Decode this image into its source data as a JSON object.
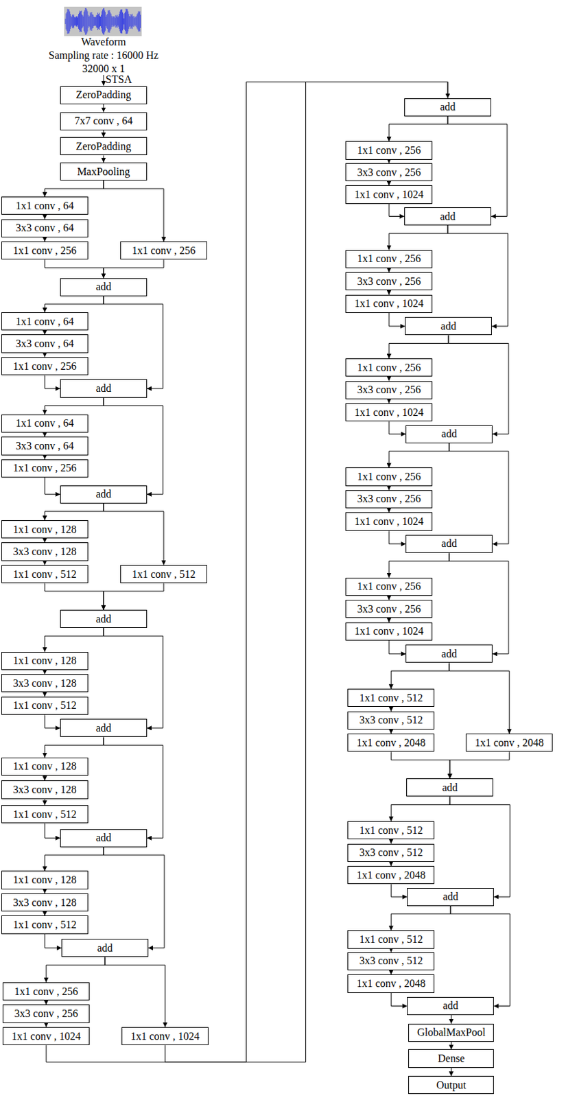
{
  "diagram": {
    "nodes": [
      {
        "text": [
          "ZeroPadding"
        ]
      },
      {
        "text": [
          "7x7 conv , 64"
        ]
      },
      {
        "text": [
          "ZeroPadding"
        ]
      },
      {
        "text": [
          "MaxPooling"
        ]
      },
      {
        "text": [
          "1x1 conv , 64"
        ]
      },
      {
        "text": [
          "3x3 conv , 64"
        ]
      },
      {
        "text": [
          "1x1 conv , 256"
        ]
      },
      {
        "text": [
          "1x1 conv , 256"
        ]
      },
      {
        "text": [
          "add"
        ]
      },
      {
        "text": [
          "1x1 conv , 64"
        ]
      },
      {
        "text": [
          "3x3 conv , 64"
        ]
      },
      {
        "text": [
          "1x1 conv , 256"
        ]
      },
      {
        "text": [
          "add"
        ]
      },
      {
        "text": [
          "1x1 conv , 64"
        ]
      },
      {
        "text": [
          "3x3 conv , 64"
        ]
      },
      {
        "text": [
          "1x1 conv , 256"
        ]
      },
      {
        "text": [
          "add"
        ]
      },
      {
        "text": [
          "1x1 conv , 128"
        ]
      },
      {
        "text": [
          "3x3 conv , 128"
        ]
      },
      {
        "text": [
          "1x1 conv , 512"
        ]
      },
      {
        "text": [
          "1x1 conv , 512"
        ]
      },
      {
        "text": [
          "add"
        ]
      },
      {
        "text": [
          "1x1 conv , 128"
        ]
      },
      {
        "text": [
          "3x3 conv , 128"
        ]
      },
      {
        "text": [
          "1x1 conv , 512"
        ]
      },
      {
        "text": [
          "add"
        ]
      },
      {
        "text": [
          "1x1 conv , 128"
        ]
      },
      {
        "text": [
          "3x3 conv , 128"
        ]
      },
      {
        "text": [
          "1x1 conv , 512"
        ]
      },
      {
        "text": [
          "add"
        ]
      },
      {
        "text": [
          "1x1 conv , 128"
        ]
      },
      {
        "text": [
          "3x3 conv , 128"
        ]
      },
      {
        "text": [
          "1x1 conv , 512"
        ]
      },
      {
        "text": [
          "add"
        ]
      },
      {
        "text": [
          "1x1 conv , 256"
        ]
      },
      {
        "text": [
          "3x3 conv , 256"
        ]
      },
      {
        "text": [
          "1x1 conv , 1024"
        ]
      },
      {
        "text": [
          "1x1 conv , 1024"
        ]
      },
      {
        "text": [
          "add"
        ]
      },
      {
        "text": [
          "1x1 conv , 256"
        ]
      },
      {
        "text": [
          "3x3 conv , 256"
        ]
      },
      {
        "text": [
          "1x1 conv , 1024"
        ]
      },
      {
        "text": [
          "add"
        ]
      },
      {
        "text": [
          "1x1 conv , 256"
        ]
      },
      {
        "text": [
          "3x3 conv , 256"
        ]
      },
      {
        "text": [
          "1x1 conv , 1024"
        ]
      },
      {
        "text": [
          "add"
        ]
      },
      {
        "text": [
          "1x1 conv , 256"
        ]
      },
      {
        "text": [
          "3x3 conv , 256"
        ]
      },
      {
        "text": [
          "1x1 conv , 1024"
        ]
      },
      {
        "text": [
          "add"
        ]
      },
      {
        "text": [
          "1x1 conv , 256"
        ]
      },
      {
        "text": [
          "3x3 conv , 256"
        ]
      },
      {
        "text": [
          "1x1 conv , 1024"
        ]
      },
      {
        "text": [
          "add"
        ]
      },
      {
        "text": [
          "1x1 conv , 256"
        ]
      },
      {
        "text": [
          "3x3 conv , 256"
        ]
      },
      {
        "text": [
          "1x1 conv , 1024"
        ]
      },
      {
        "text": [
          "add"
        ]
      },
      {
        "text": [
          "1x1 conv , 512"
        ]
      },
      {
        "text": [
          "3x3 conv , 512"
        ]
      },
      {
        "text": [
          "1x1 conv , 2048"
        ]
      },
      {
        "text": [
          "1x1 conv , 2048"
        ]
      },
      {
        "text": [
          "add"
        ]
      },
      {
        "text": [
          "1x1 conv , 512"
        ]
      },
      {
        "text": [
          "3x3 conv , 512"
        ]
      },
      {
        "text": [
          "1x1 conv , 2048"
        ]
      },
      {
        "text": [
          "add"
        ]
      },
      {
        "text": [
          "1x1 conv , 512"
        ]
      },
      {
        "text": [
          "3x3 conv , 512"
        ]
      },
      {
        "text": [
          "1x1 conv , 2048"
        ]
      },
      {
        "text": [
          "add"
        ]
      },
      {
        "text": [
          "GlobalMaxPool"
        ]
      },
      {
        "text": [
          "Dense"
        ]
      },
      {
        "text": [
          "Output"
        ]
      }
    ],
    "edges": [
      {
        "from": 0,
        "to": 1,
        "arrow": "to"
      },
      {
        "from": 1,
        "to": 2,
        "arrow": "to"
      },
      {
        "from": 2,
        "to": 3,
        "arrow": "to"
      },
      {
        "from": 3,
        "to": 4,
        "arrow": "to"
      },
      {
        "from": 3,
        "to": 7,
        "arrow": "to"
      },
      {
        "from": 4,
        "to": 5,
        "arrow": "to"
      },
      {
        "from": 5,
        "to": 6,
        "arrow": "to"
      },
      {
        "from": 6,
        "to": 8,
        "arrow": "to"
      },
      {
        "from": 7,
        "to": 8,
        "arrow": "to"
      },
      {
        "from": 8,
        "to": 9,
        "arrow": "to"
      },
      {
        "from": 9,
        "to": 10,
        "arrow": "to"
      },
      {
        "from": 10,
        "to": 11,
        "arrow": "to"
      },
      {
        "from": 11,
        "to": 12,
        "arrow": "to"
      },
      {
        "from": 8,
        "to": 12,
        "arrow": "to"
      },
      {
        "from": 12,
        "to": 13,
        "arrow": "to"
      },
      {
        "from": 13,
        "to": 14,
        "arrow": "to"
      },
      {
        "from": 14,
        "to": 15,
        "arrow": "to"
      },
      {
        "from": 15,
        "to": 16,
        "arrow": "to"
      },
      {
        "from": 12,
        "to": 16,
        "arrow": "to"
      },
      {
        "from": 16,
        "to": 17,
        "arrow": "to"
      },
      {
        "from": 16,
        "to": 20,
        "arrow": "to"
      },
      {
        "from": 17,
        "to": 18,
        "arrow": "to"
      },
      {
        "from": 18,
        "to": 19,
        "arrow": "to"
      },
      {
        "from": 19,
        "to": 21,
        "arrow": "to"
      },
      {
        "from": 20,
        "to": 21,
        "arrow": "to"
      },
      {
        "from": 21,
        "to": 22,
        "arrow": "to"
      },
      {
        "from": 22,
        "to": 23,
        "arrow": "to"
      },
      {
        "from": 23,
        "to": 24,
        "arrow": "to"
      },
      {
        "from": 24,
        "to": 25,
        "arrow": "to"
      },
      {
        "from": 21,
        "to": 25,
        "arrow": "to"
      },
      {
        "from": 25,
        "to": 26,
        "arrow": "to"
      },
      {
        "from": 26,
        "to": 27,
        "arrow": "to"
      },
      {
        "from": 27,
        "to": 28,
        "arrow": "to"
      },
      {
        "from": 28,
        "to": 29,
        "arrow": "to"
      },
      {
        "from": 25,
        "to": 29,
        "arrow": "to"
      },
      {
        "from": 29,
        "to": 30,
        "arrow": "to"
      },
      {
        "from": 30,
        "to": 31,
        "arrow": "to"
      },
      {
        "from": 31,
        "to": 32,
        "arrow": "to"
      },
      {
        "from": 32,
        "to": 33,
        "arrow": "to"
      },
      {
        "from": 29,
        "to": 33,
        "arrow": "to"
      },
      {
        "from": 33,
        "to": 34,
        "arrow": "to"
      },
      {
        "from": 33,
        "to": 37,
        "arrow": "to"
      },
      {
        "from": 34,
        "to": 35,
        "arrow": "to"
      },
      {
        "from": 35,
        "to": 36,
        "arrow": "to"
      },
      {
        "from": 36,
        "to": 38,
        "arrow": "to"
      },
      {
        "from": 37,
        "to": 38,
        "arrow": "to"
      },
      {
        "from": 38,
        "to": 39,
        "arrow": "to"
      },
      {
        "from": 39,
        "to": 40,
        "arrow": "to"
      },
      {
        "from": 40,
        "to": 41,
        "arrow": "to"
      },
      {
        "from": 41,
        "to": 42,
        "arrow": "to"
      },
      {
        "from": 38,
        "to": 42,
        "arrow": "to"
      },
      {
        "from": 42,
        "to": 43,
        "arrow": "to"
      },
      {
        "from": 43,
        "to": 44,
        "arrow": "to"
      },
      {
        "from": 44,
        "to": 45,
        "arrow": "to"
      },
      {
        "from": 45,
        "to": 46,
        "arrow": "to"
      },
      {
        "from": 42,
        "to": 46,
        "arrow": "to"
      },
      {
        "from": 46,
        "to": 47,
        "arrow": "to"
      },
      {
        "from": 47,
        "to": 48,
        "arrow": "to"
      },
      {
        "from": 48,
        "to": 49,
        "arrow": "to"
      },
      {
        "from": 49,
        "to": 50,
        "arrow": "to"
      },
      {
        "from": 46,
        "to": 50,
        "arrow": "to"
      },
      {
        "from": 50,
        "to": 51,
        "arrow": "to"
      },
      {
        "from": 51,
        "to": 52,
        "arrow": "to"
      },
      {
        "from": 52,
        "to": 53,
        "arrow": "to"
      },
      {
        "from": 53,
        "to": 54,
        "arrow": "to"
      },
      {
        "from": 50,
        "to": 54,
        "arrow": "to"
      },
      {
        "from": 54,
        "to": 55,
        "arrow": "to"
      },
      {
        "from": 55,
        "to": 56,
        "arrow": "to"
      },
      {
        "from": 56,
        "to": 57,
        "arrow": "to"
      },
      {
        "from": 57,
        "to": 58,
        "arrow": "to"
      },
      {
        "from": 54,
        "to": 58,
        "arrow": "to"
      },
      {
        "from": 58,
        "to": 59,
        "arrow": "to"
      },
      {
        "from": 58,
        "to": 62,
        "arrow": "to"
      },
      {
        "from": 59,
        "to": 60,
        "arrow": "to"
      },
      {
        "from": 60,
        "to": 61,
        "arrow": "to"
      },
      {
        "from": 61,
        "to": 63,
        "arrow": "to"
      },
      {
        "from": 62,
        "to": 63,
        "arrow": "to"
      },
      {
        "from": 63,
        "to": 64,
        "arrow": "to"
      },
      {
        "from": 64,
        "to": 65,
        "arrow": "to"
      },
      {
        "from": 65,
        "to": 66,
        "arrow": "to"
      },
      {
        "from": 66,
        "to": 67,
        "arrow": "to"
      },
      {
        "from": 63,
        "to": 67,
        "arrow": "to"
      },
      {
        "from": 67,
        "to": 68,
        "arrow": "to"
      },
      {
        "from": 68,
        "to": 69,
        "arrow": "to"
      },
      {
        "from": 69,
        "to": 70,
        "arrow": "to"
      },
      {
        "from": 70,
        "to": 71,
        "arrow": "to"
      },
      {
        "from": 67,
        "to": 71,
        "arrow": "to"
      },
      {
        "from": 71,
        "to": 72,
        "arrow": "to"
      },
      {
        "from": 72,
        "to": 73,
        "arrow": "to"
      },
      {
        "from": 73,
        "to": 74,
        "arrow": "to"
      }
    ],
    "labels": [
      "Waveform",
      "Sampling rate : 16000 Hz",
      "32000 x 1",
      "STSA"
    ]
  }
}
